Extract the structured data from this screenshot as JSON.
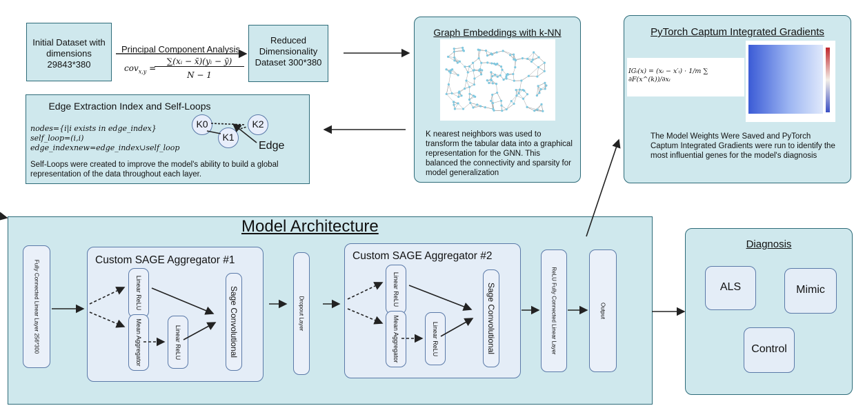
{
  "initial_dataset": {
    "label": "Initial Dataset with dimensions",
    "dims": "29843*380"
  },
  "pca": {
    "label": "Principal Component Analysis",
    "formula_lhs": "cov",
    "formula_sub": "x,y",
    "formula_num": "∑(xᵢ − x̄)(yᵢ − ȳ)",
    "formula_den": "N − 1"
  },
  "reduced": {
    "label": "Reduced Dimensionality Dataset 300*380"
  },
  "graph_knn": {
    "title": "Graph Embeddings with k-NN",
    "description": "K nearest neighbors was used to transform the tabular data into a graphical representation for the GNN. This balanced the connectivity and sparsity for model generalization"
  },
  "edge_extraction": {
    "title": "Edge Extraction Index and Self-Loops",
    "line1": "nodes={i|i exists in edge_index}",
    "line2": "self_loop=(i,i)",
    "line3": "edge_indexnew=edge_index∪self_loop",
    "description": "Self-Loops were created to improve the model's ability to build a global representation of the data throughout each layer.",
    "k0": "K0",
    "k1": "K1",
    "k2": "K2",
    "edge_label": "Edge"
  },
  "captum": {
    "title": "PyTorch Captum Integrated Gradients",
    "formula": "IGᵢ(x) = (xᵢ − x′ᵢ) · 1/m ∑ ∂F(x^(k))/∂xᵢ",
    "description": "The Model Weights Were Saved and PyTorch Captum Integrated Gradients were run to identify the most influential genes for the model's diagnosis"
  },
  "model": {
    "title": "Model Architecture",
    "fc_layer": "Fully Connected Linear Layer 256*300",
    "agg1_title": "Custom SAGE Aggregator #1",
    "agg2_title": "Custom SAGE Aggregator #2",
    "linear_relu_a": "Linear ReLU",
    "mean_agg": "Mean Aggregator",
    "linear_relu_b": "Linear ReLU",
    "sage_conv": "Sage Convolutional",
    "dropout": "Dropout Layer",
    "relu_fc": "ReLU Fully Connected Linear Layer",
    "output": "Output"
  },
  "diagnosis": {
    "title": "Diagnosis",
    "als": "ALS",
    "mimic": "Mimic",
    "control": "Control"
  },
  "colors": {
    "box_fill": "#cfe8ed",
    "box_border": "#2c6a78",
    "inner_fill": "#e4edf7",
    "node_fill": "#7fc8e0"
  }
}
